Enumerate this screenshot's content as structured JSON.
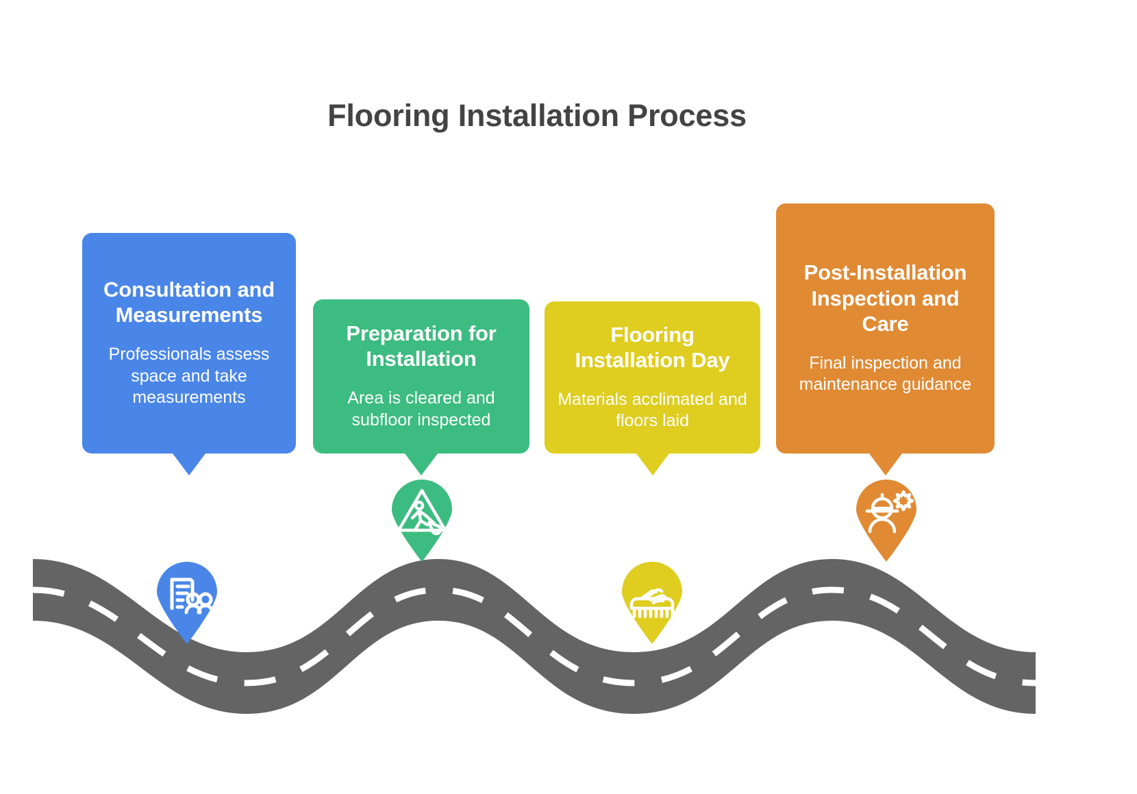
{
  "title": "Flooring Installation Process",
  "colors": {
    "background": "#ffffff",
    "title_text": "#434343",
    "road": "#646464",
    "road_dash": "#ffffff",
    "step1": "#4a86e8",
    "step2": "#3cbc80",
    "step3": "#dfcd20",
    "step4": "#e08a33"
  },
  "steps": [
    {
      "title": "Consultation and Measurements",
      "description": "Professionals assess space and take measurements",
      "color": "#4a86e8",
      "icon": "document-people-icon"
    },
    {
      "title": "Preparation for Installation",
      "description": "Area is cleared and subfloor inspected",
      "color": "#3cbc80",
      "icon": "construction-warning-icon"
    },
    {
      "title": "Flooring Installation Day",
      "description": "Materials acclimated and floors laid",
      "color": "#dfcd20",
      "icon": "hand-flooring-icon"
    },
    {
      "title": "Post-Installation Inspection and Care",
      "description": "Final inspection and maintenance guidance",
      "color": "#e08a33",
      "icon": "worker-gear-icon"
    }
  ]
}
